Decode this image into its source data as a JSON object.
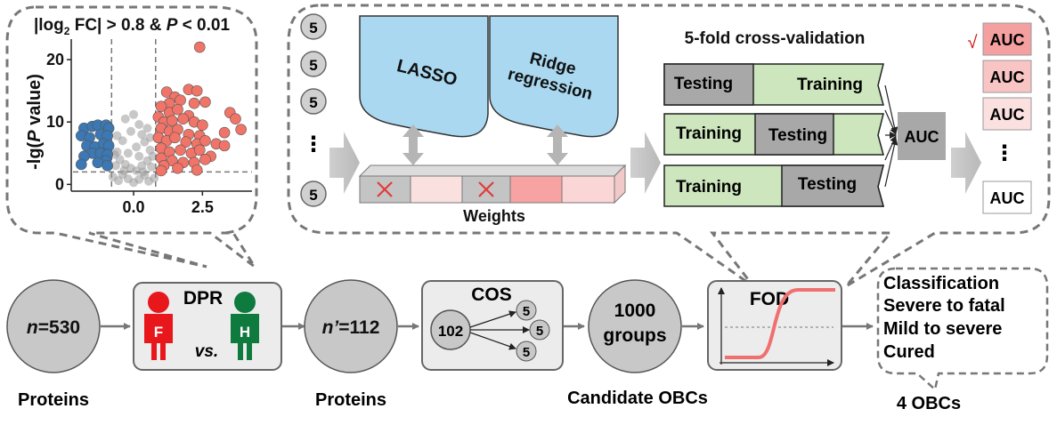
{
  "colors": {
    "gray_node": "#c8c8c8",
    "box_fill": "#ececec",
    "dash_border": "#777777",
    "red_person": "#e8171b",
    "green_person": "#0e7a3e",
    "salmon": "#f07468",
    "blue_point": "#3b78b4",
    "light_blue": "#a9d8f0",
    "training_green": "#cde6bd",
    "testing_gray": "#a8a8a8",
    "auc_dark": "#f5a0a0",
    "auc_mid": "#f8c4c4",
    "auc_light": "#fbe0e0",
    "check_red": "#d01010"
  },
  "volcano": {
    "title_prefix": "|log",
    "title_sub": "2",
    "title_middle": " FC| > 0.8 & ",
    "title_p": "P",
    "title_suffix": " < 0.01",
    "ylabel_prefix": "-lg(",
    "ylabel_p": "P",
    "ylabel_suffix": " value)",
    "yticks": [
      "0",
      "10",
      "20"
    ],
    "xticks": [
      "0.0",
      "2.5"
    ]
  },
  "chart_data": {
    "type": "scatter",
    "title": "|log2 FC| > 0.8 & P < 0.01",
    "xlabel": "",
    "ylabel": "-lg(P value)",
    "xticks": [
      0.0,
      2.5
    ],
    "yticks": [
      0,
      10,
      20
    ],
    "xlim": [
      -2.2,
      4.3
    ],
    "ylim": [
      -0.8,
      23
    ],
    "thresholds": {
      "x": [
        -0.8,
        0.8
      ],
      "y": 2
    },
    "series": [
      {
        "name": "",
        "color": "#f07468",
        "points": [
          [
            2.4,
            22
          ],
          [
            1.2,
            14.8
          ],
          [
            1.5,
            14
          ],
          [
            2.0,
            15.2
          ],
          [
            2.3,
            15.0
          ],
          [
            1.3,
            13
          ],
          [
            1.7,
            13.5
          ],
          [
            2.2,
            13
          ],
          [
            2.6,
            13.2
          ],
          [
            3.5,
            11.5
          ],
          [
            3.7,
            10.5
          ],
          [
            1.0,
            12.5
          ],
          [
            1.3,
            11.5
          ],
          [
            1.6,
            12
          ],
          [
            2.0,
            11
          ],
          [
            0.9,
            10.8
          ],
          [
            1.1,
            10
          ],
          [
            1.4,
            10.2
          ],
          [
            1.8,
            10.5
          ],
          [
            2.2,
            10
          ],
          [
            2.5,
            9.5
          ],
          [
            3.9,
            8.8
          ],
          [
            1.0,
            9
          ],
          [
            1.3,
            8.5
          ],
          [
            1.6,
            8.8
          ],
          [
            2.0,
            8
          ],
          [
            2.4,
            7.8
          ],
          [
            3.3,
            8.3
          ],
          [
            0.9,
            7.5
          ],
          [
            1.2,
            7
          ],
          [
            1.5,
            7.5
          ],
          [
            1.9,
            6.8
          ],
          [
            2.3,
            6.5
          ],
          [
            2.6,
            7
          ],
          [
            3.0,
            6.5
          ],
          [
            1.0,
            5.8
          ],
          [
            1.3,
            5.2
          ],
          [
            1.7,
            5.5
          ],
          [
            2.1,
            5
          ],
          [
            2.4,
            5.5
          ],
          [
            2.8,
            4.5
          ],
          [
            3.3,
            6.2
          ],
          [
            1.0,
            4.2
          ],
          [
            1.4,
            3.8
          ],
          [
            1.8,
            3.5
          ],
          [
            2.2,
            3.5
          ],
          [
            1.1,
            3
          ],
          [
            1.6,
            2.6
          ],
          [
            2.3,
            2.3
          ],
          [
            1.0,
            2.2
          ],
          [
            2.6,
            4.0
          ]
        ]
      },
      {
        "name": "",
        "color": "#3b78b4",
        "points": [
          [
            -1.8,
            9
          ],
          [
            -1.5,
            9.3
          ],
          [
            -1.3,
            9.5
          ],
          [
            -1.0,
            9.5
          ],
          [
            -0.9,
            9
          ],
          [
            -1.9,
            7.8
          ],
          [
            -1.6,
            7.5
          ],
          [
            -1.2,
            8
          ],
          [
            -0.95,
            7.8
          ],
          [
            -1.7,
            6.2
          ],
          [
            -1.4,
            6
          ],
          [
            -1.1,
            6.5
          ],
          [
            -0.9,
            6.2
          ],
          [
            -1.5,
            5
          ],
          [
            -1.2,
            5
          ],
          [
            -0.95,
            4.8
          ],
          [
            -1.8,
            4.5
          ],
          [
            -1.0,
            3.8
          ],
          [
            -1.9,
            3.2
          ],
          [
            -1.3,
            3.5
          ],
          [
            -0.95,
            3
          ]
        ]
      },
      {
        "name": "",
        "color": "#9a9a9a",
        "points": [
          [
            0,
            0.3
          ],
          [
            0.2,
            0.8
          ],
          [
            -0.2,
            0.9
          ],
          [
            0.4,
            1.5
          ],
          [
            -0.4,
            1.6
          ],
          [
            0.1,
            2.2
          ],
          [
            -0.1,
            2.6
          ],
          [
            0.3,
            3
          ],
          [
            -0.3,
            3.2
          ],
          [
            0.5,
            3.8
          ],
          [
            -0.5,
            4
          ],
          [
            0.2,
            4.5
          ],
          [
            -0.2,
            5
          ],
          [
            0.6,
            5.5
          ],
          [
            -0.6,
            5.2
          ],
          [
            0.1,
            6
          ],
          [
            0.4,
            6.8
          ],
          [
            -0.4,
            7
          ],
          [
            0.3,
            8
          ],
          [
            -0.1,
            8.5
          ],
          [
            0.2,
            9.6
          ],
          [
            -0.3,
            10.5
          ],
          [
            0.6,
            7.5
          ],
          [
            -0.6,
            7.8
          ],
          [
            0.7,
            4.5
          ],
          [
            -0.7,
            4.8
          ],
          [
            0.5,
            9.0
          ],
          [
            0.0,
            11.2
          ],
          [
            0.35,
            2.0
          ],
          [
            -0.35,
            2.2
          ],
          [
            0.65,
            2.8
          ],
          [
            -0.65,
            3.0
          ],
          [
            0.75,
            1.0
          ],
          [
            -0.75,
            1.2
          ],
          [
            0.55,
            0.5
          ],
          [
            -0.55,
            0.6
          ]
        ]
      }
    ]
  },
  "cv": {
    "sample_labels": [
      "5",
      "5",
      "5",
      "5",
      "5"
    ],
    "dots": "⋮",
    "lasso": "LASSO",
    "ridge_line1": "Ridge",
    "ridge_line2": "regression",
    "weights_label": "Weights",
    "title": "5-fold cross-validation",
    "rows": [
      {
        "left": "Testing",
        "right": "Training"
      },
      {
        "left": "Training",
        "middle": "Testing"
      },
      {
        "left": "Training",
        "right": "Testing"
      }
    ],
    "auc_center": "AUC",
    "auc_stack": [
      "AUC",
      "AUC",
      "AUC",
      "AUC"
    ],
    "check": "√",
    "vdots": "⋮"
  },
  "flow": {
    "n_label": "n",
    "n_value": "=530",
    "dpr_title": "DPR",
    "f_label": "F",
    "h_label": "H",
    "vs_label": "vs.",
    "nprime_label": "n’",
    "nprime_value": "=112",
    "cos_title": "COS",
    "cos_center": "102",
    "cos_leaves": [
      "5",
      "5",
      "5"
    ],
    "groups_line1": "1000",
    "groups_line2": "groups",
    "fod_title": "FOD",
    "classification_lines": [
      "Classification",
      "Severe to fatal",
      "Mild to severe",
      "Cured"
    ],
    "caption_proteins1": "Proteins",
    "caption_proteins2": "Proteins",
    "caption_candidates": "Candidate OBCs",
    "caption_final": "4 OBCs"
  }
}
